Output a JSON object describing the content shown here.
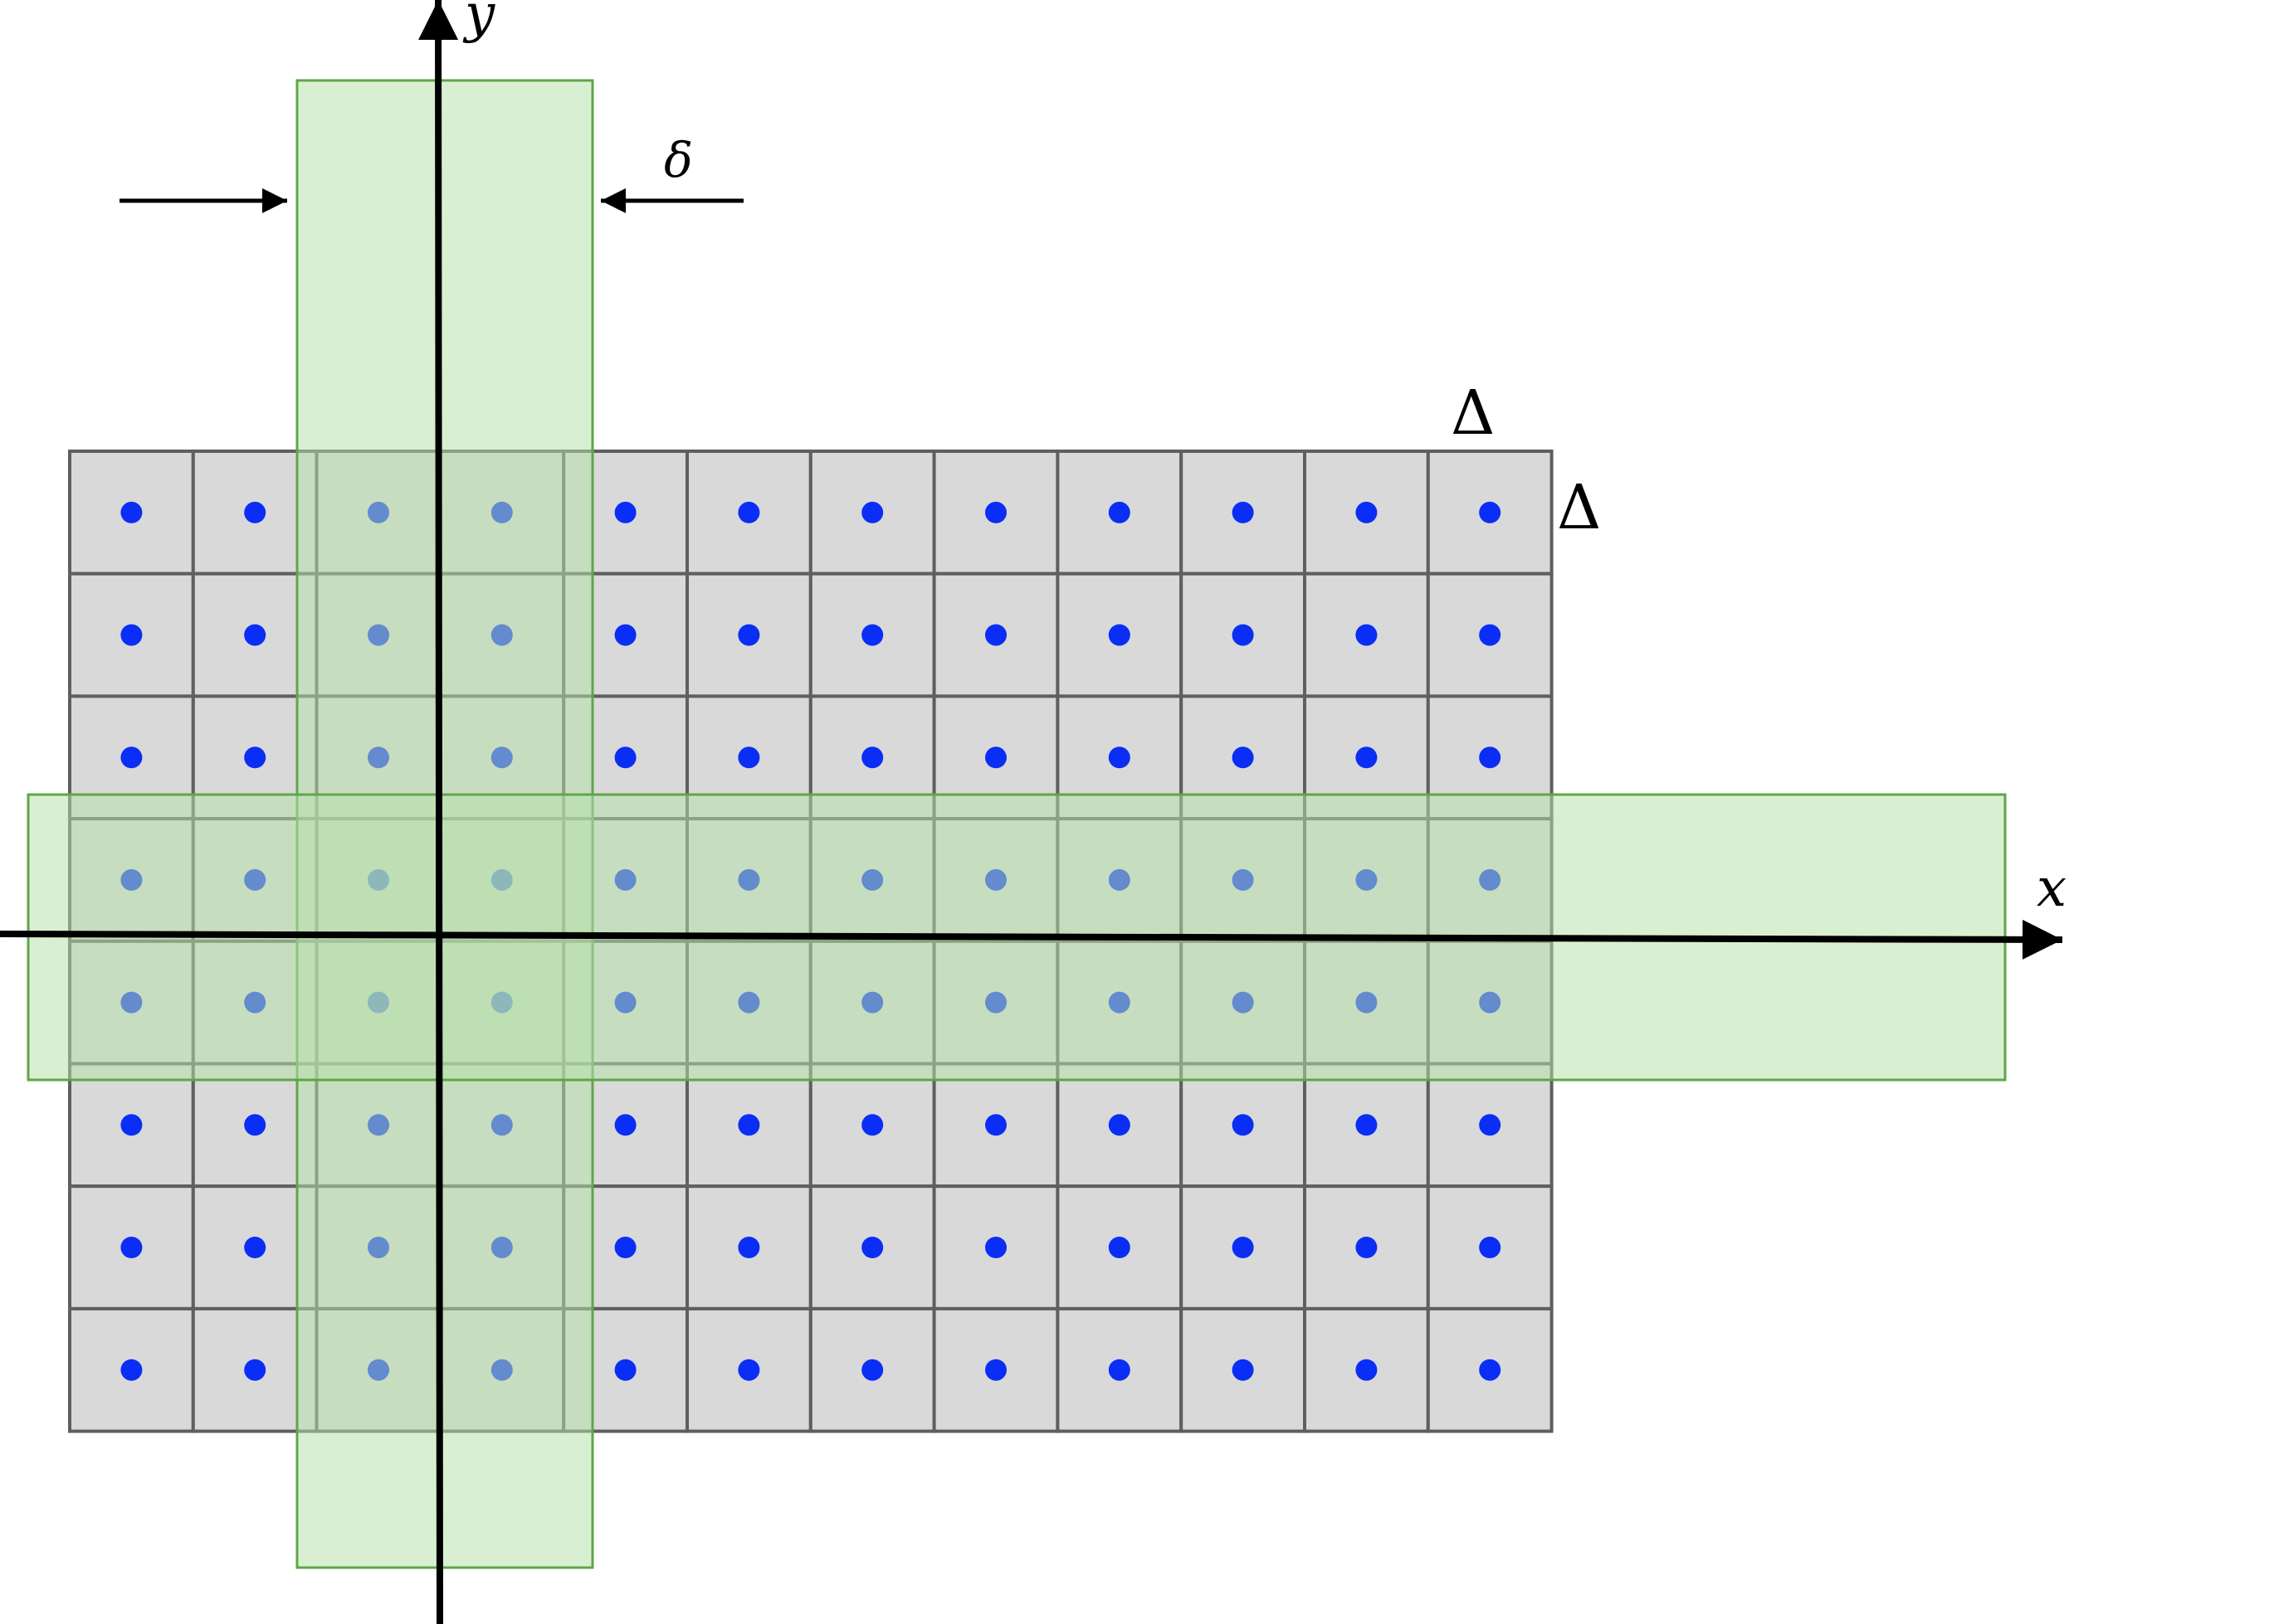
{
  "diagram": {
    "grid": {
      "rows": 8,
      "cols": 12,
      "cell_fill": "#d9d9d9",
      "cell_stroke": "#5f5f5f",
      "dot_color": "#0a2ef5"
    },
    "bands": {
      "fill": "#b7e0a8",
      "stroke": "#5ea64a",
      "fill_opacity": 0.52,
      "vertical_columns": [
        2,
        3
      ],
      "horizontal_rows": [
        3,
        4
      ]
    },
    "axes": {
      "x_label": "x",
      "y_label": "y",
      "color": "#000000"
    },
    "annotations": {
      "delta_band": "δ",
      "delta_cell_width": "Δ",
      "delta_cell_height": "Δ"
    }
  }
}
